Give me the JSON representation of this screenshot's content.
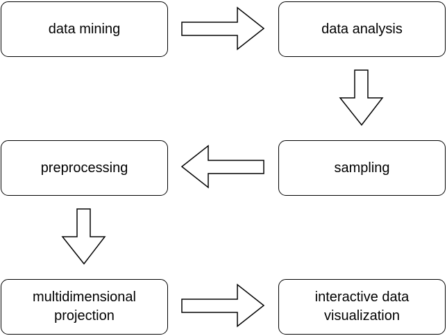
{
  "diagram": {
    "steps": {
      "data_mining": "data mining",
      "data_analysis": "data analysis",
      "sampling": "sampling",
      "preprocessing": "preprocessing",
      "multidimensional_projection": "multidimensional projection",
      "interactive_data_visualization": "interactive data visualization"
    },
    "flow": [
      [
        "data_mining",
        "data_analysis"
      ],
      [
        "data_analysis",
        "sampling"
      ],
      [
        "sampling",
        "preprocessing"
      ],
      [
        "preprocessing",
        "multidimensional_projection"
      ],
      [
        "multidimensional_projection",
        "interactive_data_visualization"
      ]
    ],
    "colors": {
      "stroke": "#000000",
      "fill": "#ffffff"
    }
  }
}
